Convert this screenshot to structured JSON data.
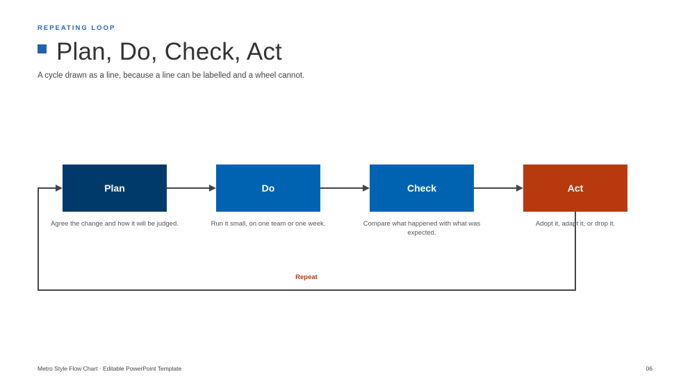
{
  "header": {
    "eyebrow": "REPEATING LOOP",
    "title": "Plan, Do, Check, Act",
    "subtitle": "A cycle drawn as a line, because a line can be labelled and a wheel cannot."
  },
  "steps": [
    {
      "label": "Plan",
      "description": "Agree the change and how it will be judged.",
      "color": "#003a6b"
    },
    {
      "label": "Do",
      "description": "Run it small, on one team or one week.",
      "color": "#0063b1"
    },
    {
      "label": "Check",
      "description": "Compare what happened with what was expected.",
      "color": "#0063b1"
    },
    {
      "label": "Act",
      "description": "Adopt it, adapt it, or drop it.",
      "color": "#b8390e"
    }
  ],
  "loop": {
    "label": "Repeat",
    "color": "#b8390e"
  },
  "footer": {
    "text": "Metro Style Flow Chart · Editable PowerPoint Template",
    "page": "06"
  },
  "colors": {
    "accent": "#1f63b3",
    "connector": "#444444"
  }
}
